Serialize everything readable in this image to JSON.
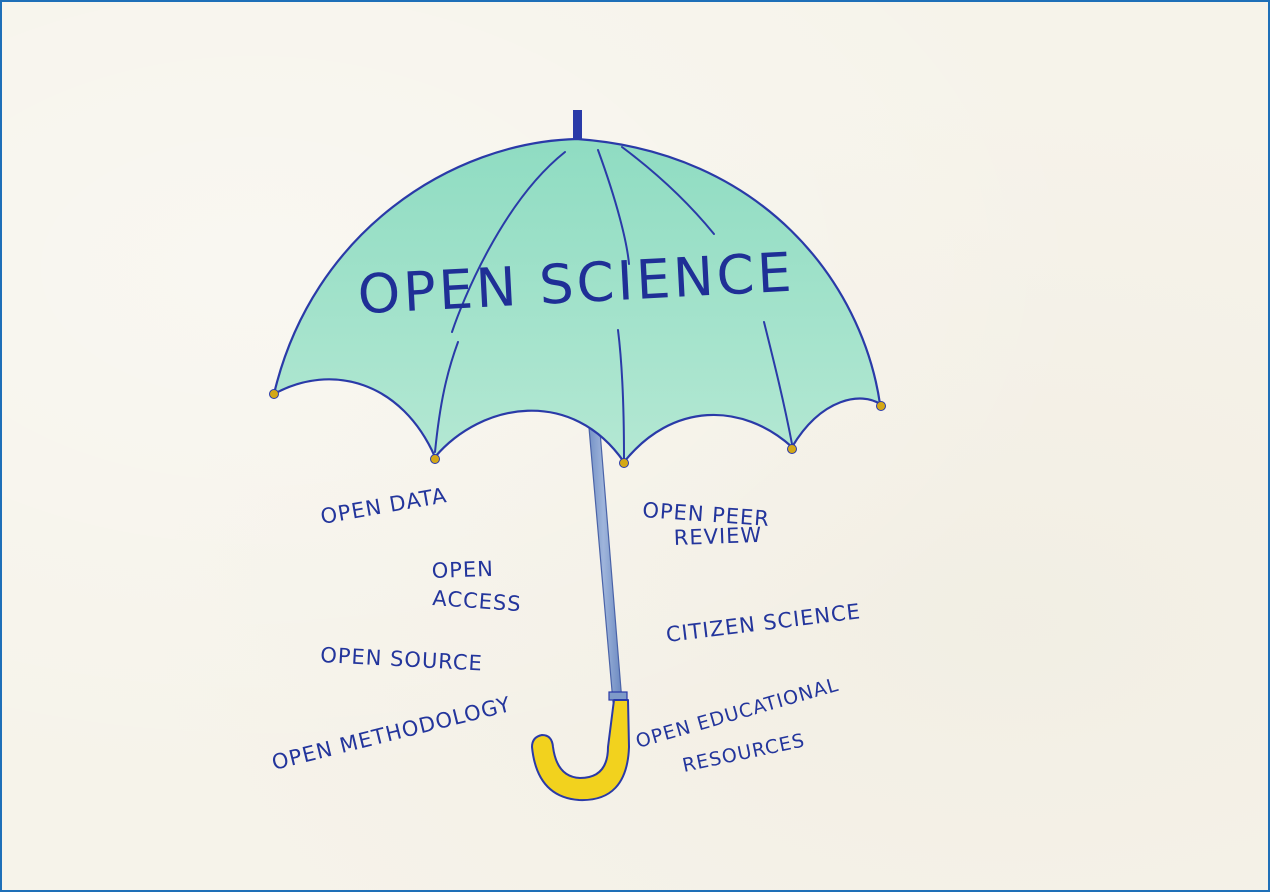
{
  "title": "OPEN SCIENCE",
  "components": [
    {
      "id": "open-data",
      "text": "OPEN DATA"
    },
    {
      "id": "open-access-line1",
      "text": "OPEN"
    },
    {
      "id": "open-access-line2",
      "text": "ACCESS"
    },
    {
      "id": "open-source",
      "text": "OPEN SOURCE"
    },
    {
      "id": "open-methodology",
      "text": "OPEN METHODOLOGY"
    },
    {
      "id": "open-peer-review-line1",
      "text": "OPEN PEER"
    },
    {
      "id": "open-peer-review-line2",
      "text": "REVIEW"
    },
    {
      "id": "citizen-science",
      "text": "CITIZEN SCIENCE"
    },
    {
      "id": "open-educational-line1",
      "text": "OPEN EDUCATIONAL"
    },
    {
      "id": "open-educational-line2",
      "text": "RESOURCES"
    }
  ],
  "colors": {
    "canopy": "#9fe0c8",
    "outline": "#2a3aa8",
    "shaft": "#7f9bc9",
    "handle": "#f2d21e",
    "tips": "#d4a816",
    "text": "#23359c",
    "border": "#1e6fb8"
  }
}
